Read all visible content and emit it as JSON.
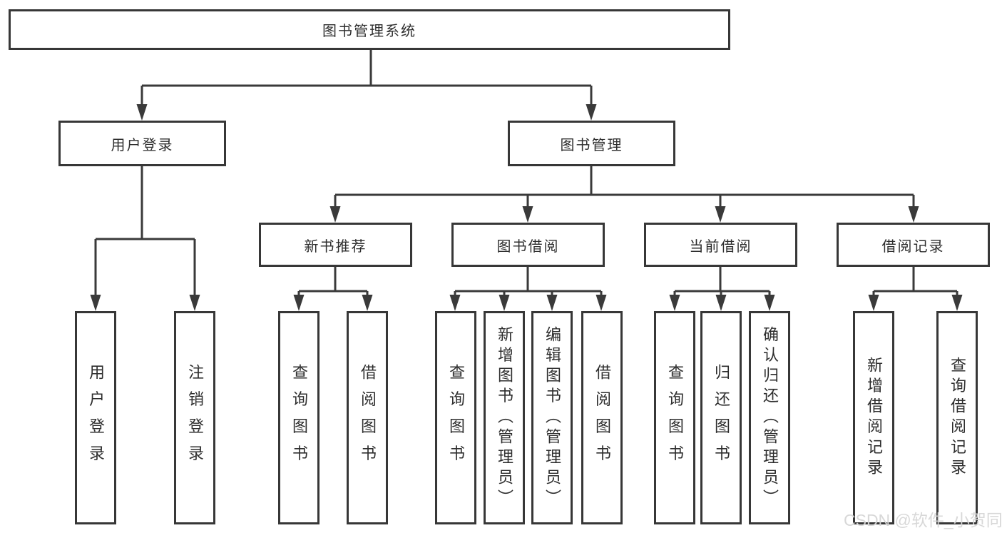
{
  "watermark": "CSDN @软件_小贺同学",
  "diagram_type": "function-structure-tree",
  "tree": {
    "label": "图书管理系统",
    "children": [
      {
        "label": "用户登录",
        "children": [
          {
            "label": "用户登录"
          },
          {
            "label": "注销登录"
          }
        ]
      },
      {
        "label": "图书管理",
        "children": [
          {
            "label": "新书推荐",
            "children": [
              {
                "label": "查询图书"
              },
              {
                "label": "借阅图书"
              }
            ]
          },
          {
            "label": "图书借阅",
            "children": [
              {
                "label": "查询图书"
              },
              {
                "label": "新增图书（管理员）"
              },
              {
                "label": "编辑图书（管理员）"
              },
              {
                "label": "借阅图书"
              }
            ]
          },
          {
            "label": "当前借阅",
            "children": [
              {
                "label": "查询图书"
              },
              {
                "label": "归还图书"
              },
              {
                "label": "确认归还（管理员）"
              }
            ]
          },
          {
            "label": "借阅记录",
            "children": [
              {
                "label": "新增借阅记录"
              },
              {
                "label": "查询借阅记录"
              }
            ]
          }
        ]
      }
    ]
  }
}
